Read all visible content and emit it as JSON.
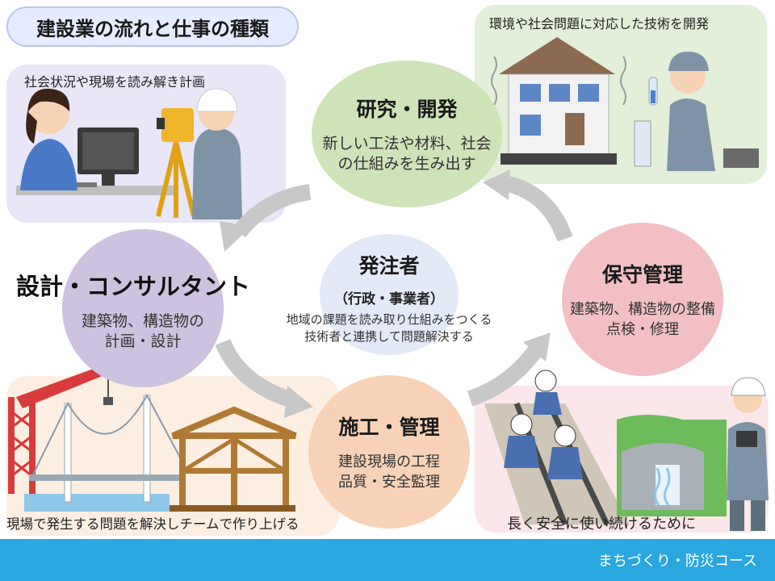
{
  "title": "建設業の流れと仕事の種類",
  "panels": {
    "top_left_caption": "社会状況や現場を読み解き計画",
    "top_right_caption": "環境や社会問題に対応した技術を開発",
    "bottom_left_caption": "現場で発生する問題を解決しチームで作り上げる",
    "bottom_right_caption": "長く安全に使い続けるために"
  },
  "nodes": {
    "research": {
      "title": "研究・開発",
      "desc_1": "新しい工法や材料、社会",
      "desc_2": "の仕組みを生み出す"
    },
    "design": {
      "title": "設計・コンサルタント",
      "desc_1": "建築物、構造物の",
      "desc_2": "計画・設計"
    },
    "maintenance": {
      "title": "保守管理",
      "desc_1": "建築物、構造物の整備",
      "desc_2": "点検・修理"
    },
    "construction": {
      "title": "施工・管理",
      "desc_1": "建設現場の工程",
      "desc_2": "品質・安全監理"
    },
    "client": {
      "title": "発注者",
      "subtitle": "（行政・事業者）",
      "desc_1": "地域の課題を読み取り仕組みをつくる",
      "desc_2": "技術者と連携して問題解決する"
    }
  },
  "footer": {
    "label": "まちづくり・防災コース"
  },
  "colors": {
    "research": "#cfe3b8",
    "design": "#cdc3e0",
    "maintenance": "#f2c0c4",
    "construction": "#f7d2b6",
    "client": "#e4e9f8",
    "footer": "#2ba7e0",
    "arrow": "#c8c8c8"
  },
  "icons": [
    "house-icon",
    "researcher-icon",
    "surveyor-icon",
    "office-worker-icon",
    "crane-icon",
    "bridge-icon",
    "wood-frame-icon",
    "rail-worker-icon",
    "dam-icon",
    "inspector-icon"
  ]
}
